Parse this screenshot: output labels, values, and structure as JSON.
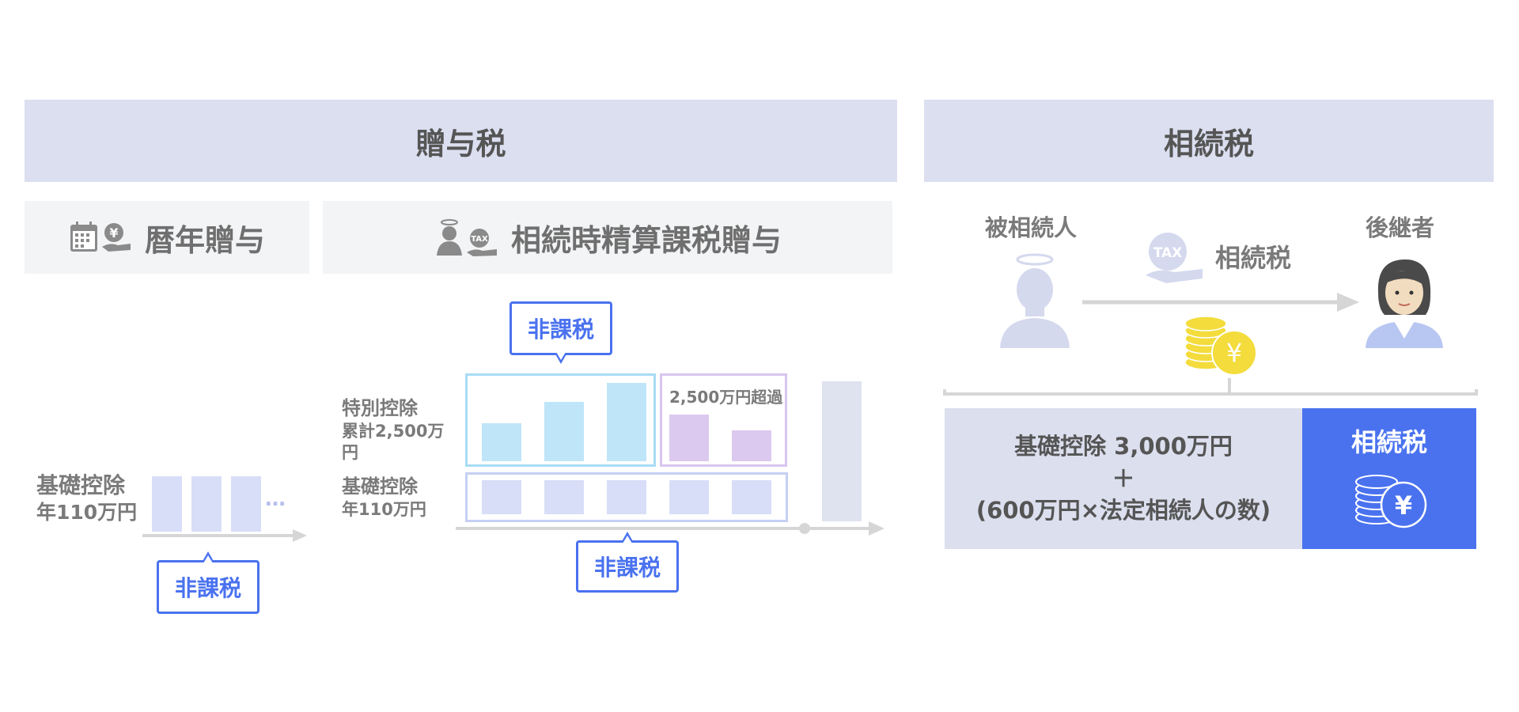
{
  "gift_tax": {
    "title": "贈与税",
    "calendar_year": {
      "title": "暦年贈与",
      "deduction_line1": "基礎控除",
      "deduction_line2": "年110万円",
      "ellipsis": "…",
      "nontax_label": "非課税"
    },
    "settlement": {
      "title": "相続時精算課税贈与",
      "special_line1": "特別控除",
      "special_line2": "累計2,500万円",
      "basic_line1": "基礎控除",
      "basic_line2": "年110万円",
      "excess_label": "2,500万円超過",
      "nontax_top": "非課税",
      "nontax_bottom": "非課税",
      "tax_icon_text": "TAX"
    }
  },
  "inheritance_tax": {
    "title": "相続税",
    "decedent_label": "被相続人",
    "heir_label": "後継者",
    "flow_label": "相続税",
    "tax_icon_text": "TAX",
    "yen_symbol": "¥",
    "formula_line1": "基礎控除 3,000万円",
    "formula_line2": "＋",
    "formula_line3": "(600万円×法定相続人の数)",
    "result_label": "相続税"
  },
  "colors": {
    "header_bg": "#dbdff0",
    "subheader_bg": "#f3f4f6",
    "accent_blue": "#4a72ef",
    "bar_sky": "#bfe5f8",
    "bar_purple": "#dcc9ef",
    "bar_light": "#d8def7",
    "coin_yellow": "#f3dc3c"
  }
}
